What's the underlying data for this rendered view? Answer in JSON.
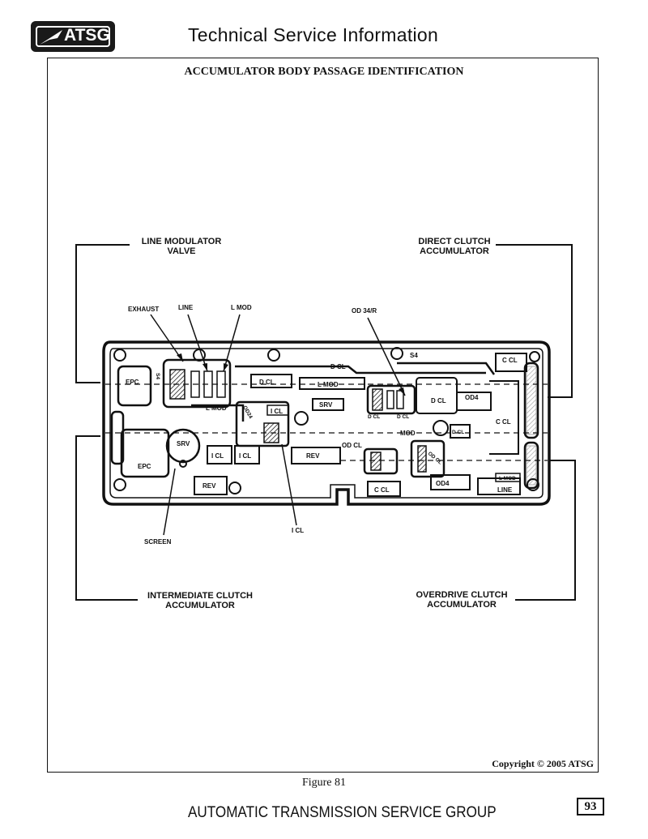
{
  "header": {
    "logo_text": "ATSG",
    "title": "Technical Service Information"
  },
  "document": {
    "title": "ACCUMULATOR BODY PASSAGE IDENTIFICATION",
    "copyright": "Copyright © 2005 ATSG",
    "figure_caption": "Figure 81"
  },
  "diagram": {
    "callouts": {
      "line_modulator": [
        "LINE MODULATOR",
        "VALVE"
      ],
      "direct_clutch": [
        "DIRECT CLUTCH",
        "ACCUMULATOR"
      ],
      "intermediate_clutch": [
        "INTERMEDIATE CLUTCH",
        "ACCUMULATOR"
      ],
      "overdrive_clutch": [
        "OVERDRIVE CLUTCH",
        "ACCUMULATOR"
      ]
    },
    "pointer_labels": {
      "exhaust": "EXHAUST",
      "line": "LINE",
      "l_mod": "L MOD",
      "od34r": "OD 34/R",
      "screen": "SCREEN",
      "i_cl": "I CL"
    },
    "passages": {
      "epc_top": "EPC",
      "epc_bottom": "EPC",
      "s4_left": "S4",
      "s4_right": "S4",
      "d_cl_top": "D CL",
      "d_cl_mid": "D CL",
      "l_mod_mid": "L MOD",
      "l_mod_left": "L MOD",
      "srv_right": "SRV",
      "srv_left": "SRV",
      "od24": "OD24",
      "i_cl_center": "I CL",
      "i_cl_a": "I CL",
      "i_cl_b": "I CL",
      "rev_mid": "REV",
      "rev_bottom": "REV",
      "c_cl_top": "C CL",
      "c_cl_right": "C CL",
      "c_cl_bottom": "C CL",
      "d_cl_right": "D CL",
      "od4_top": "OD4",
      "od4_bottom": "OD4",
      "d_cl_small_a": "D CL",
      "d_cl_small_b": "D CL",
      "d_cl_small_c": "D CL",
      "mod_center": "MOD",
      "od_cl": "OD CL",
      "od_cl_diag": "OD CL",
      "l_mod_small": "L MOD",
      "line_right": "LINE"
    }
  },
  "footer": {
    "org_name": "AUTOMATIC TRANSMISSION SERVICE GROUP",
    "page_number": "93"
  }
}
